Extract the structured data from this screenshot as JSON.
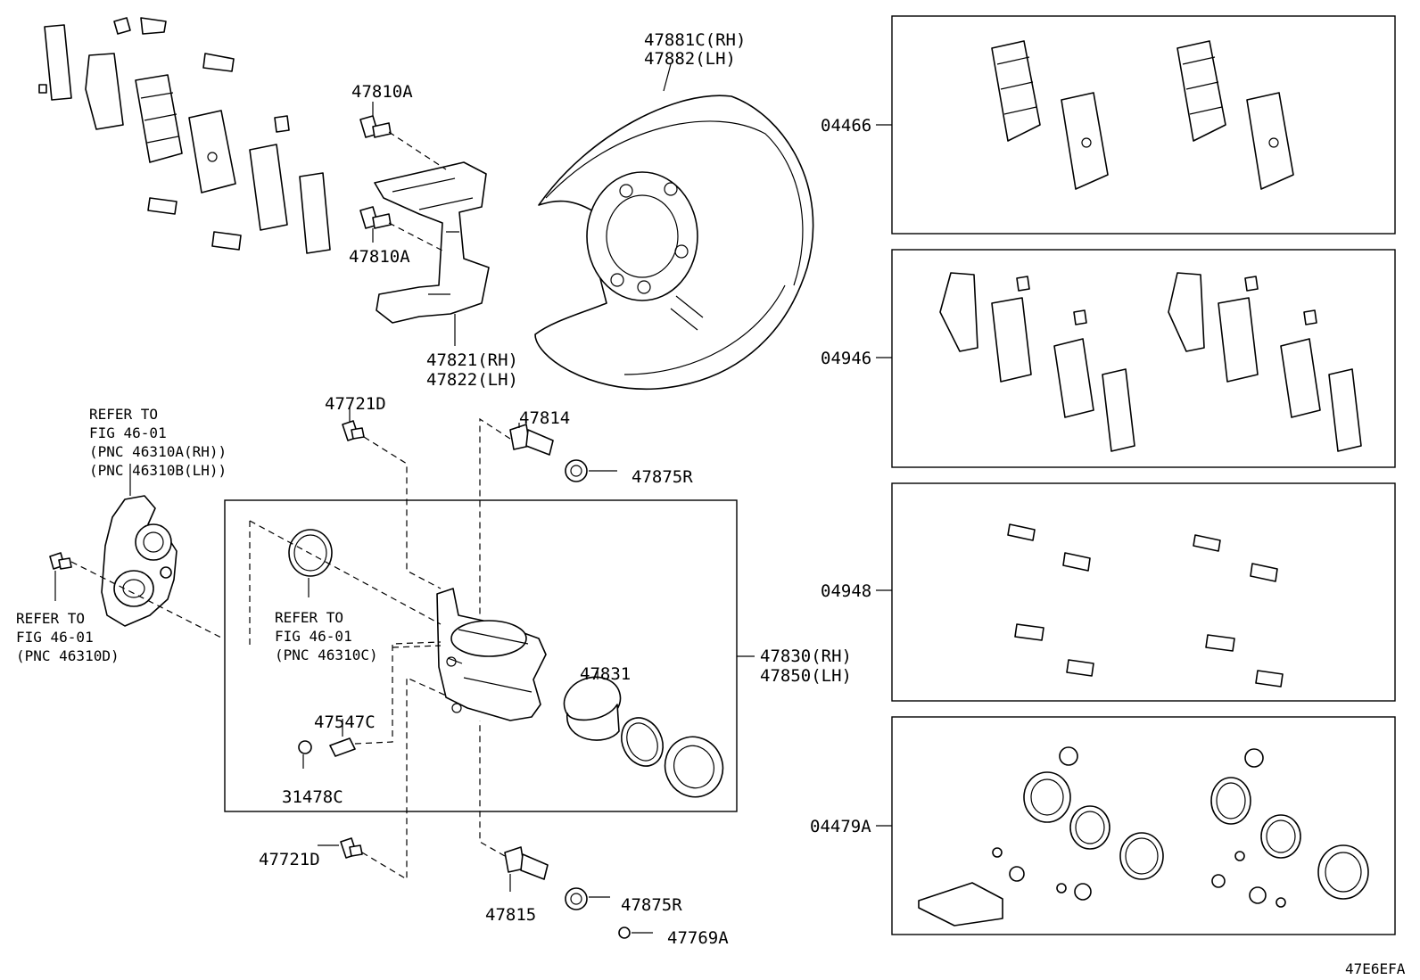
{
  "labels": {
    "shield_rh": "47881C(RH)",
    "shield_lh": "47882(LH)",
    "bolt_top": "47810A",
    "bolt_mid": "47810A",
    "bracket_rh": "47821(RH)",
    "bracket_lh": "47822(LH)",
    "bolt_d_top": "47721D",
    "pin_top": "47814",
    "bush_top": "47875R",
    "refer_a_1": "REFER TO",
    "refer_a_2": "FIG 46-01",
    "refer_a_3": "(PNC 46310A(RH))",
    "refer_a_4": "(PNC 46310B(LH))",
    "refer_d_1": "REFER TO",
    "refer_d_2": "FIG 46-01",
    "refer_d_3": "(PNC 46310D)",
    "refer_c_1": "REFER TO",
    "refer_c_2": "FIG 46-01",
    "refer_c_3": "(PNC 46310C)",
    "piston": "47831",
    "caliper_rh": "47830(RH)",
    "caliper_lh": "47850(LH)",
    "bleeder": "47547C",
    "cap": "31478C",
    "bolt_d_bottom": "47721D",
    "pin_bottom": "47815",
    "bush_bottom": "47875R",
    "ring": "47769A",
    "kit_pads": "04466",
    "kit_shims": "04946",
    "kit_clips": "04948",
    "kit_seals": "04479A",
    "figure_code": "47E6EFA"
  }
}
